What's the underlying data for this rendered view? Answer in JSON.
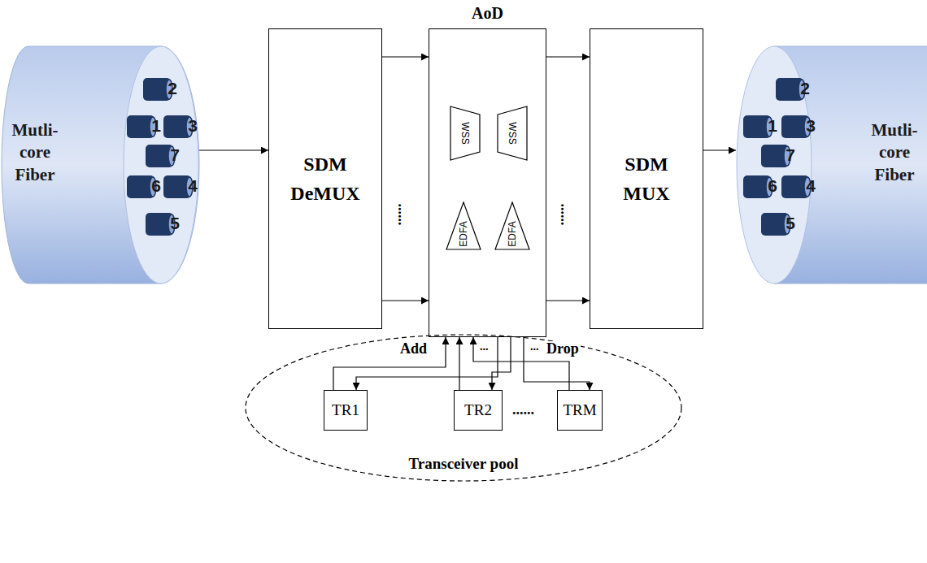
{
  "diagram": {
    "nodes": [
      {
        "text": [
          "Mutli-core Fiber"
        ]
      },
      {
        "text": [
          "2"
        ],
        "in": 0
      },
      {
        "text": [
          "1"
        ],
        "in": 0
      },
      {
        "text": [
          "3"
        ],
        "in": 0
      },
      {
        "text": [
          "7"
        ],
        "in": 0
      },
      {
        "text": [
          "6"
        ],
        "in": 0
      },
      {
        "text": [
          "4"
        ],
        "in": 0
      },
      {
        "text": [
          "5"
        ],
        "in": 0
      },
      {
        "text": [
          "SDM DeMUX"
        ]
      },
      {
        "text": [
          "AoD"
        ]
      },
      {
        "text": [
          "WSS"
        ],
        "in": 9
      },
      {
        "text": [
          "WSS"
        ],
        "in": 9
      },
      {
        "text": [
          "EDFA"
        ],
        "in": 9
      },
      {
        "text": [
          "EDFA"
        ],
        "in": 9
      },
      {
        "text": [
          "SDM MUX"
        ]
      },
      {
        "text": [
          "Mutli-core Fiber"
        ]
      },
      {
        "text": [
          "2"
        ],
        "in": 15
      },
      {
        "text": [
          "1"
        ],
        "in": 15
      },
      {
        "text": [
          "3"
        ],
        "in": 15
      },
      {
        "text": [
          "7"
        ],
        "in": 15
      },
      {
        "text": [
          "6"
        ],
        "in": 15
      },
      {
        "text": [
          "4"
        ],
        "in": 15
      },
      {
        "text": [
          "5"
        ],
        "in": 15
      },
      {
        "text": [
          "Transceiver pool"
        ]
      },
      {
        "text": [
          "TR1"
        ],
        "in": 23
      },
      {
        "text": [
          "TR2"
        ],
        "in": 23
      },
      {
        "text": [
          "TRM"
        ],
        "in": 23
      }
    ],
    "edges": [
      {
        "from": 0,
        "to": 8,
        "arrow": "to"
      },
      {
        "from": 8,
        "to": 9,
        "arrow": "to"
      },
      {
        "from": 8,
        "to": 9,
        "arrow": "to"
      },
      {
        "from": 9,
        "to": 14,
        "arrow": "to"
      },
      {
        "from": 9,
        "to": 14,
        "arrow": "to"
      },
      {
        "from": 14,
        "to": 15,
        "arrow": "to"
      },
      {
        "from": 24,
        "to": 9,
        "arrow": "to"
      },
      {
        "from": 9,
        "to": 24,
        "arrow": "to"
      },
      {
        "from": 25,
        "to": 9,
        "arrow": "to"
      },
      {
        "from": 9,
        "to": 25,
        "arrow": "to"
      },
      {
        "from": 26,
        "to": 9,
        "arrow": "to"
      },
      {
        "from": 9,
        "to": 26,
        "arrow": "to"
      }
    ],
    "labels": [
      "Add",
      "Drop",
      "......",
      "......",
      "...",
      "...",
      "......"
    ]
  }
}
